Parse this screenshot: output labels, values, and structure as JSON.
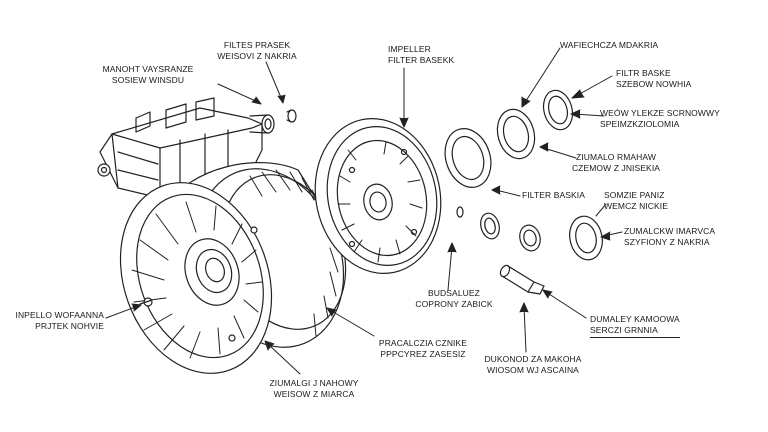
{
  "labels": {
    "filtr_top": [
      "FILTES PRASEK",
      "WEISOVI Z NAKRIA"
    ],
    "manom": [
      "MANOHT VAYSRANZE",
      "SOSIEW WINSDU"
    ],
    "impeller": [
      "IMPELLER",
      "FILTER BASEKK"
    ],
    "wafiech": [
      "WAFIECHCZA MDAKRIA"
    ],
    "filtr_baske": [
      "FILTR BASKE",
      "SZEBOW NOWHIA"
    ],
    "weow": [
      "WEÓW YLEKZE SCRNOWWY",
      "SPEIMZKZIOLOMIA"
    ],
    "ziumalo1": [
      "ZIUMALO RMAHAW",
      "CZEMOW Z JNISEKIA"
    ],
    "filter_baskia": [
      "FILTER BASKIA"
    ],
    "somzie": [
      "SOMZIE PANIZ",
      "WEMCZ NICKIE"
    ],
    "zumalckw": [
      "ZUMALCKW IMARVCA",
      "SZYFIONY Z NAKRIA"
    ],
    "budsalue": [
      "BUDSALUEZ",
      "COPRONY ZABICK"
    ],
    "dumaley": [
      "DUMALEY KAMOOWA",
      "SERCZI GRNNIA"
    ],
    "inpelo": [
      "INPELLO WOFAANNA",
      "PRJTEK NOHVIE"
    ],
    "pracal": [
      "PRACALCZIA CZNIKE",
      "PPPCYREZ ZASESIZ"
    ],
    "ziumalgi": [
      "ZIUMALGI J NAHOWY",
      "WEISOW Z MIARCA"
    ],
    "dukonod": [
      "DUKONOD ZA MAKOHA",
      "WIOSOM WJ ASCAINA"
    ]
  },
  "colors": {
    "ink": "#1a1a1a",
    "line": "#222222",
    "background": "#ffffff"
  }
}
